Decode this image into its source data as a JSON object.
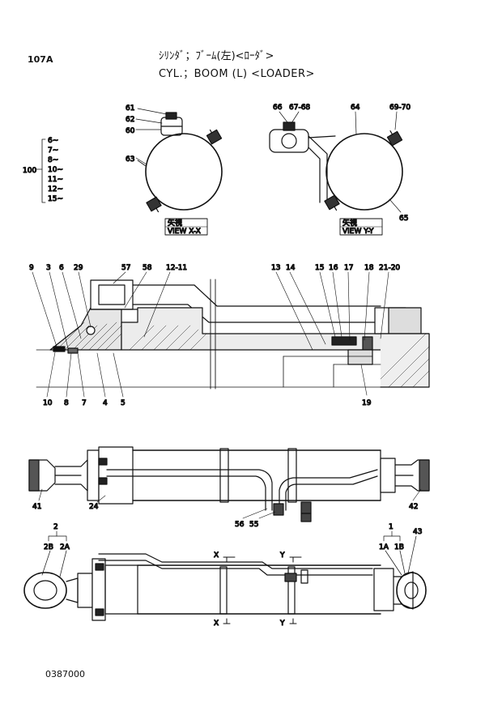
{
  "header": {
    "page_code": "107A",
    "title_jp": "ｼﾘﾝﾀﾞ；ﾌﾞｰﾑ(左)<ﾛｰﾀﾞ>",
    "title_en": "CYL.；BOOM (L) <LOADER>"
  },
  "footer": {
    "drawing_number": "0387000"
  },
  "views": {
    "xx": {
      "kanji": "矢視",
      "label": "VIEW X-X"
    },
    "yy": {
      "kanji": "矢視",
      "label": "VIEW Y-Y"
    }
  },
  "assembly_group": {
    "number": "100",
    "items": [
      "6~",
      "7~",
      "8~",
      "10~",
      "11~",
      "12~",
      "15~"
    ]
  },
  "callouts": {
    "c61": "61",
    "c62": "62",
    "c60": "60",
    "c63": "63",
    "c66": "66",
    "c6768": "67-68",
    "c64": "64",
    "c6970": "69-70",
    "c65": "65",
    "c9": "9",
    "c3": "3",
    "c6": "6",
    "c29": "29",
    "c57": "57",
    "c58": "58",
    "c1211": "12-11",
    "c13": "13",
    "c14": "14",
    "c15": "15",
    "c16": "16",
    "c17": "17",
    "c18": "18",
    "c2120": "21-20",
    "c10": "10",
    "c8": "8",
    "c7": "7",
    "c4": "4",
    "c5": "5",
    "c19": "19",
    "c41": "41",
    "c24": "24",
    "c56": "56",
    "c55": "55",
    "c42": "42",
    "c2": "2",
    "c2B": "2B",
    "c2A": "2A",
    "c1": "1",
    "c1A": "1A",
    "c1B": "1B",
    "c43": "43"
  },
  "section_marks": {
    "x_top": "X",
    "x_bottom": "X",
    "y_top": "Y",
    "y_bottom": "Y"
  }
}
